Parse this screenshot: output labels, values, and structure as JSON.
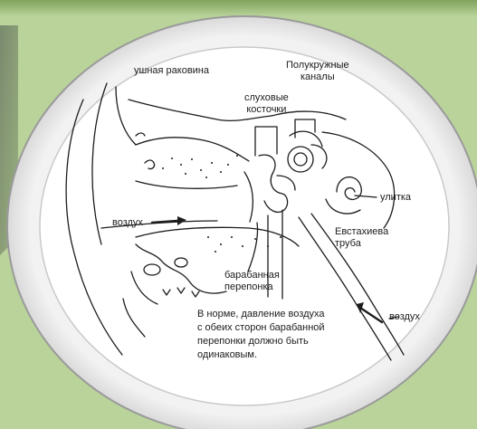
{
  "labels": {
    "auricle": "ушная раковина",
    "semicircular_canals": "Полукружные\nканалы",
    "ossicles": "слуховые\nкосточки",
    "cochlea": "улитка",
    "air_left": "воздух",
    "eustachian_tube": "Евстахиева\nтруба",
    "eardrum": "барабанная\nперепонка",
    "air_right": "воздух",
    "note": "В норме, давление воздуха\nс обеих сторон барабанной\nперепонки должно быть\nодинаковым."
  },
  "colors": {
    "background": "#b9d39a",
    "frame": "#e3e3e3",
    "diagram": "#ffffff",
    "ink": "#1c1c1c"
  }
}
